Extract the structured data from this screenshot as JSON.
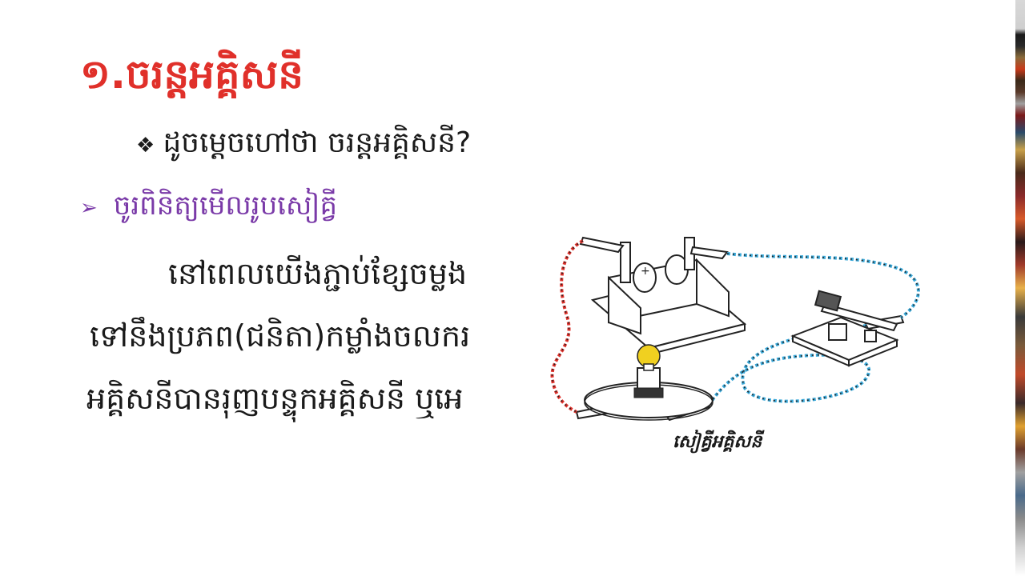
{
  "slide": {
    "title": "១.ចរន្តអគ្គិសនី",
    "question": {
      "marker": "❖",
      "text": "ដូចម្ដេចហៅថា ចរន្តអគ្គិសនី?"
    },
    "instruction": {
      "marker": "➢",
      "text": "ចូរពិនិត្យមើលរូបសៀគ្វី"
    },
    "body_lines": [
      "នៅពេលយើងភ្ជាប់ខ្សែចម្លង",
      "ទៅនឹងប្រភព(ជនិតា)កម្លាំងចលករ",
      "អគ្គិសនីបានរុញបន្ទុកអគ្គិសនី ឬអេ"
    ],
    "figure_caption": "សៀគ្វីអគ្គិសនី",
    "colors": {
      "title": "#e0302a",
      "instruction": "#7a3aa8",
      "wire_red": "#e0302a",
      "wire_blue": "#3aa8d8",
      "bulb": "#f0d020"
    },
    "icons": [
      "diamond-bullet-icon",
      "arrow-bullet-icon"
    ]
  }
}
